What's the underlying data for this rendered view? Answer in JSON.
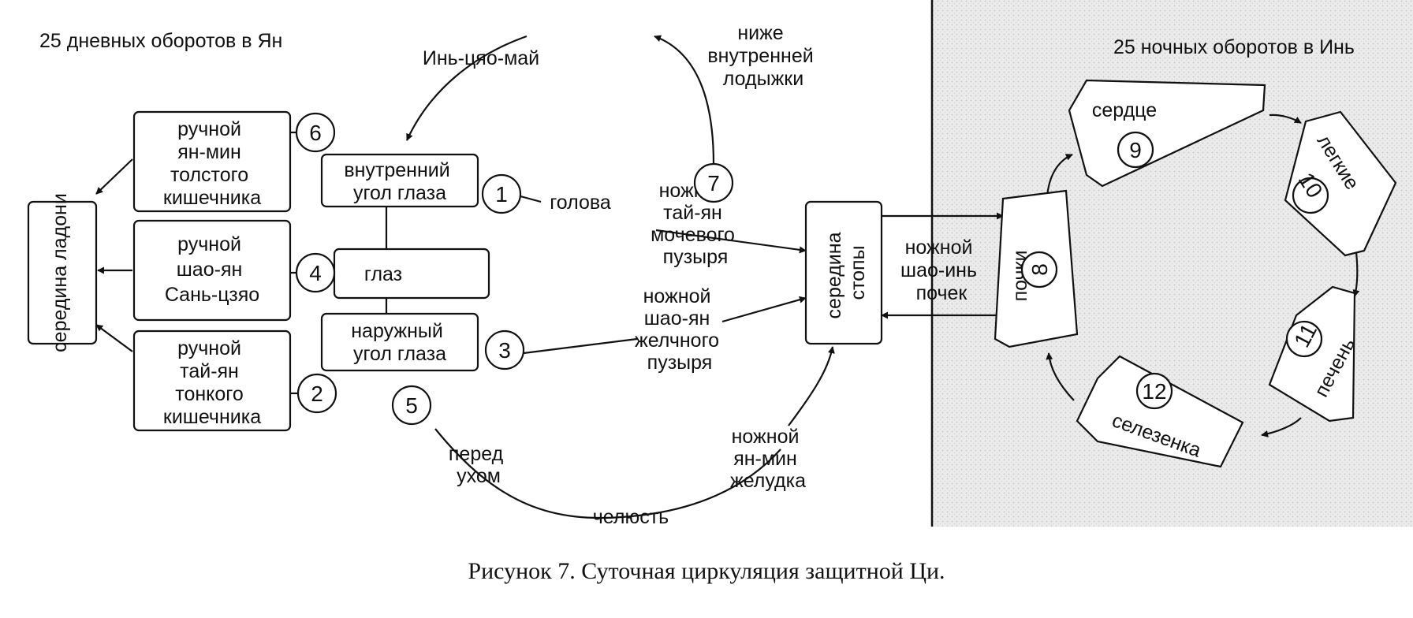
{
  "titles": {
    "yang": "25 дневных оборотов в Ян",
    "yin": "25 ночных оборотов в Инь",
    "caption": "Рисунок 7. Суточная циркуляция защитной Ци."
  },
  "nodes": {
    "palm": "середина ладони",
    "large_intestine": [
      "ручной",
      "ян-мин",
      "толстого",
      "кишечника"
    ],
    "sanjiao": [
      "ручной",
      "шао-ян",
      "Сань-цзяо"
    ],
    "small_intestine": [
      "ручной",
      "тай-ян",
      "тонкого",
      "кишечника"
    ],
    "inner_canthus": [
      "внутренний",
      "угол глаза"
    ],
    "eye": "глаз",
    "outer_canthus": [
      "наружный",
      "угол глаза"
    ],
    "sole": [
      "середина",
      "стопы"
    ],
    "kidneys": "почки",
    "heart": "сердце",
    "lungs": "легкие",
    "liver": "печень",
    "spleen": "селезенка"
  },
  "labels": {
    "yinqiao": "Инь-цяо-май",
    "below_ankle": [
      "ниже",
      "внутренней",
      "лодыжки"
    ],
    "head": "голова",
    "bladder": [
      "ножной",
      "тай-ян",
      "мочевого",
      "пузыря"
    ],
    "gallbladder": [
      "ножной",
      "шао-ян",
      "желчного",
      "пузыря"
    ],
    "before_ear": [
      "перед",
      "ухом"
    ],
    "jaw": "челюсть",
    "stomach": [
      "ножной",
      "ян-мин",
      "желудка"
    ],
    "kidney_channel": [
      "ножной",
      "шао-инь",
      "почек"
    ]
  },
  "numbers": [
    "1",
    "2",
    "3",
    "4",
    "5",
    "6",
    "7",
    "8",
    "9",
    "10",
    "11",
    "12"
  ]
}
